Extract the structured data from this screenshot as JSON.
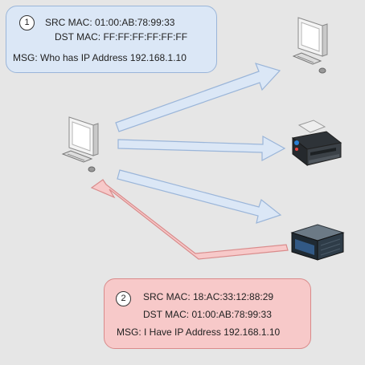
{
  "request": {
    "step": "1",
    "src_mac": "SRC MAC: 01:00:AB:78:99:33",
    "dst_mac": "DST MAC: FF:FF:FF:FF:FF:FF",
    "msg": "MSG: Who has IP Address 192.168.1.10"
  },
  "reply": {
    "step": "2",
    "src_mac": "SRC MAC: 18:AC:33:12:88:29",
    "dst_mac": "DST MAC: 01:00:AB:78:99:33",
    "msg": "MSG: I Have IP Address 192.168.1.10"
  },
  "nodes": {
    "sender": "desktop-computer-icon",
    "target_desktop": "desktop-computer-icon",
    "target_printer": "printer-icon",
    "target_server": "server-icon"
  },
  "colors": {
    "background": "#e6e6e6",
    "request_fill": "#dbe7f6",
    "request_stroke": "#9ab5d9",
    "reply_fill": "#f7c9c9",
    "reply_stroke": "#d98b8b"
  }
}
